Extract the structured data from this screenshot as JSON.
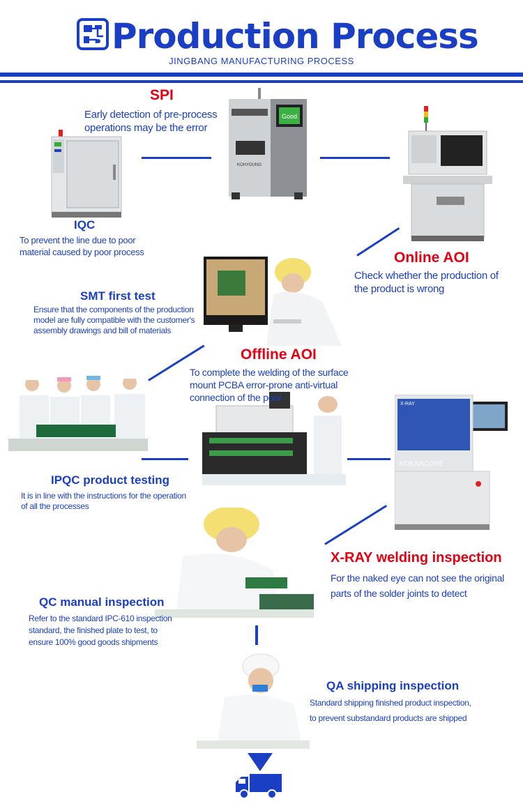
{
  "header": {
    "title": "Production Process",
    "subtitle": "JINGBANG MANUFACTURING PROCESS",
    "icon": "circuit-board-icon"
  },
  "steps": {
    "spi": {
      "title": "SPI",
      "desc": [
        "Early detection of pre-process",
        "operations may be the error"
      ]
    },
    "iqc": {
      "title": "IQC",
      "desc": [
        "To prevent the line due to poor",
        "material caused by poor process"
      ]
    },
    "online_aoi": {
      "title": "Online AOI",
      "desc": [
        "Check whether the production of",
        "the product is wrong"
      ]
    },
    "smt": {
      "title": "SMT first test",
      "desc": [
        "Ensure that the components of the production",
        "model are fully compatible with the customer's",
        "assembly drawings and bill of materials"
      ]
    },
    "offline_aoi": {
      "title": "Offline AOI",
      "desc": [
        "To complete the welding of the surface",
        "mount PCBA error-prone anti-virtual",
        "connection of the poor"
      ]
    },
    "ipqc": {
      "title": "IPQC product testing",
      "desc": [
        "It is in line with the instructions for the operation",
        "of all the processes"
      ]
    },
    "xray": {
      "title": "X-RAY welding inspection",
      "desc": [
        "For the naked eye can not see the original",
        "parts of the solder joints to detect"
      ]
    },
    "qc": {
      "title": "QC manual inspection",
      "desc": [
        "Refer to the standard IPC-610 inspection",
        "standard, the finished plate to test, to",
        "ensure 100% good goods shipments"
      ]
    },
    "qa": {
      "title": "QA shipping inspection",
      "desc": [
        "Standard shipping finished product inspection,",
        "to prevent substandard products are shipped"
      ]
    }
  },
  "machine_labels": {
    "spi_screen": "Good",
    "spi_brand": "KOHYOUNG",
    "xray_model": "X-RAY",
    "xray_brand": "SCIENSCOPE"
  },
  "icons": [
    "arrow-down-icon",
    "delivery-truck-icon"
  ],
  "colors": {
    "accent_blue": "#1a3fc4",
    "accent_red": "#e60012"
  }
}
